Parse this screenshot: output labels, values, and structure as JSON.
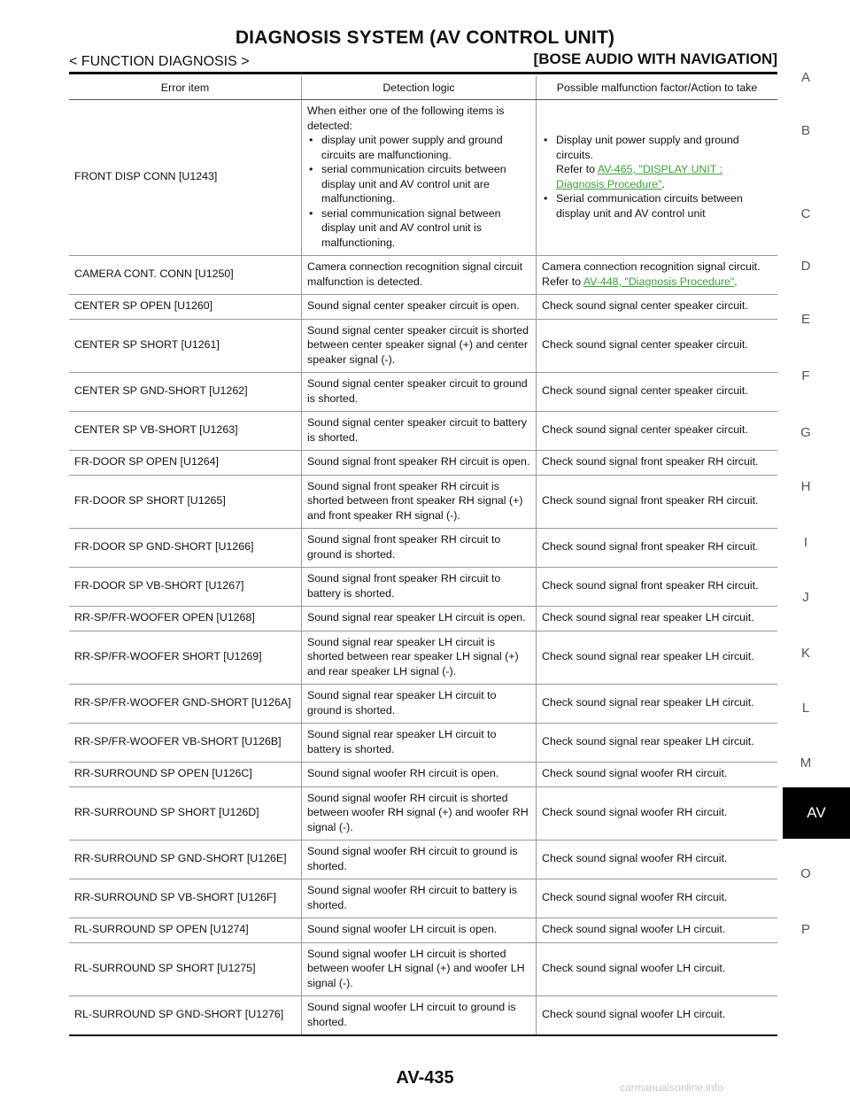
{
  "header": {
    "title": "DIAGNOSIS SYSTEM (AV CONTROL UNIT)",
    "section": "< FUNCTION DIAGNOSIS >",
    "model": "[BOSE AUDIO WITH NAVIGATION]"
  },
  "table": {
    "headers": [
      "Error item",
      "Detection logic",
      "Possible malfunction factor/Action to take"
    ],
    "rows": [
      {
        "item": "FRONT DISP CONN [U1243]",
        "logic_intro": "When either one of the following items is detected:",
        "logic_bullets": [
          "display unit power supply and ground circuits are malfunctioning.",
          "serial communication circuits between display unit and AV control unit are malfunctioning.",
          "serial communication signal between display unit and AV control unit is malfunctioning."
        ],
        "action_b1_text": "Display unit power supply and ground circuits.",
        "action_b1_refer": "Refer to",
        "action_b1_link": "AV-465, \"DISPLAY UNIT : Diagnosis Procedure\"",
        "action_b2": "Serial communication circuits between display unit and AV control unit"
      },
      {
        "item": "CAMERA CONT. CONN [U1250]",
        "logic": "Camera connection recognition signal circuit malfunction is detected.",
        "action_text": "Camera connection recognition signal circuit.",
        "action_refer": "Refer to",
        "action_link": "AV-448, \"Diagnosis Procedure\""
      },
      {
        "item": "CENTER SP OPEN [U1260]",
        "logic": "Sound signal center speaker circuit is open.",
        "action": "Check sound signal center speaker circuit."
      },
      {
        "item": "CENTER SP SHORT [U1261]",
        "logic": "Sound signal center speaker circuit is shorted between center speaker signal (+) and center speaker signal (-).",
        "action": "Check sound signal center speaker circuit."
      },
      {
        "item": "CENTER SP GND-SHORT [U1262]",
        "logic": "Sound signal center speaker circuit to ground is shorted.",
        "action": "Check sound signal center speaker circuit."
      },
      {
        "item": "CENTER SP VB-SHORT [U1263]",
        "logic": "Sound signal center speaker circuit to battery is shorted.",
        "action": "Check sound signal center speaker circuit."
      },
      {
        "item": "FR-DOOR SP OPEN [U1264]",
        "logic": "Sound signal front speaker RH circuit is open.",
        "action": "Check sound signal front speaker RH circuit."
      },
      {
        "item": "FR-DOOR SP SHORT [U1265]",
        "logic": "Sound signal front speaker RH circuit is shorted between front speaker RH signal (+) and front speaker RH signal (-).",
        "action": "Check sound signal front speaker RH circuit."
      },
      {
        "item": "FR-DOOR SP GND-SHORT [U1266]",
        "logic": "Sound signal front speaker RH circuit to ground is shorted.",
        "action": "Check sound signal front speaker RH circuit."
      },
      {
        "item": "FR-DOOR SP VB-SHORT [U1267]",
        "logic": "Sound signal front speaker RH circuit to battery is shorted.",
        "action": "Check sound signal front speaker RH circuit."
      },
      {
        "item": "RR-SP/FR-WOOFER OPEN [U1268]",
        "logic": "Sound signal rear speaker LH circuit is open.",
        "action": "Check sound signal rear speaker LH circuit."
      },
      {
        "item": "RR-SP/FR-WOOFER SHORT [U1269]",
        "logic": "Sound signal rear speaker LH circuit is shorted between rear speaker LH signal (+) and rear speaker LH signal (-).",
        "action": "Check sound signal rear speaker LH circuit."
      },
      {
        "item": "RR-SP/FR-WOOFER GND-SHORT [U126A]",
        "logic": "Sound signal rear speaker LH circuit to ground is shorted.",
        "action": "Check sound signal rear speaker LH circuit."
      },
      {
        "item": "RR-SP/FR-WOOFER VB-SHORT [U126B]",
        "logic": "Sound signal rear speaker LH circuit to battery is shorted.",
        "action": "Check sound signal rear speaker LH circuit."
      },
      {
        "item": "RR-SURROUND SP OPEN [U126C]",
        "logic": "Sound signal woofer RH circuit is open.",
        "action": "Check sound signal woofer RH circuit."
      },
      {
        "item": "RR-SURROUND SP SHORT [U126D]",
        "logic": "Sound signal woofer RH circuit is shorted between woofer RH signal (+) and woofer RH signal (-).",
        "action": "Check sound signal woofer RH circuit."
      },
      {
        "item": "RR-SURROUND SP GND-SHORT [U126E]",
        "logic": "Sound signal woofer RH circuit to ground is shorted.",
        "action": "Check sound signal woofer RH circuit."
      },
      {
        "item": "RR-SURROUND SP VB-SHORT [U126F]",
        "logic": "Sound signal woofer RH circuit to battery is shorted.",
        "action": "Check sound signal woofer RH circuit."
      },
      {
        "item": "RL-SURROUND SP OPEN [U1274]",
        "logic": "Sound signal woofer LH circuit is open.",
        "action": "Check sound signal woofer LH circuit."
      },
      {
        "item": "RL-SURROUND SP SHORT [U1275]",
        "logic": "Sound signal woofer LH circuit is shorted between woofer LH signal (+) and woofer LH signal (-).",
        "action": "Check sound signal woofer LH circuit."
      },
      {
        "item": "RL-SURROUND SP GND-SHORT [U1276]",
        "logic": "Sound signal woofer LH circuit to ground is shorted.",
        "action": "Check sound signal woofer LH circuit."
      }
    ]
  },
  "side_index": [
    "A",
    "B",
    "C",
    "D",
    "E",
    "F",
    "G",
    "H",
    "I",
    "J",
    "K",
    "L",
    "M",
    "AV",
    "O",
    "P"
  ],
  "active_section": "AV",
  "page_number": "AV-435",
  "watermark": "carmanualsonline.info"
}
